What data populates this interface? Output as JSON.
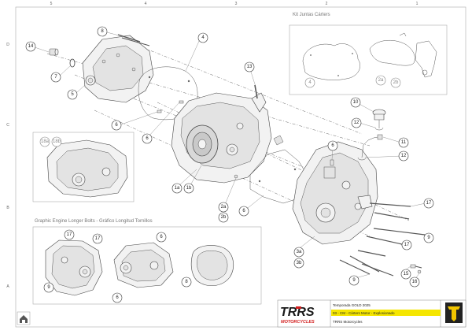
{
  "grid": {
    "columns": [
      "5",
      "4",
      "3",
      "2",
      "1"
    ],
    "rows": [
      "D",
      "C",
      "B",
      "A"
    ]
  },
  "callouts": {
    "c14": "14",
    "c7": "7",
    "c5": "5",
    "c8": "8",
    "c4": "4",
    "c6a": "6",
    "c6b": "6",
    "c13": "13",
    "c1a": "1a",
    "c1b": "1b",
    "c2a": "2a",
    "c2b": "2b",
    "c6c": "6",
    "c10": "10",
    "c12a": "12",
    "c11": "11",
    "c12b": "12",
    "c6d": "6",
    "c17a": "17",
    "c9a": "9",
    "c17b": "17",
    "c3a": "3a",
    "c3b": "3b",
    "c15": "15",
    "c16": "16",
    "c9b": "9"
  },
  "kit_box": {
    "title": "Kit Juntas Cárters",
    "c4": "4",
    "c2a": "2a",
    "c2b": "2b"
  },
  "inset_box": {
    "c18a": "18a",
    "c18b": "18b"
  },
  "bolts_box": {
    "title": "Graphic Engine Longer Bolts - Gráfico Longitud Tornillos",
    "c17a": "17",
    "c17b": "17",
    "c6a": "6",
    "c9": "9",
    "c6b": "6",
    "c8": "8"
  },
  "title_block": {
    "logo": "TRRS",
    "logo_sub": "MOTORCYCLES",
    "model": "Temporada GOLD 2025",
    "section": "03 - CM - Cárters Motor - Explosionado",
    "company": "TRRS Motorcycles",
    "accent": "#f5e600"
  },
  "home_icon": "home-icon",
  "colors": {
    "logo_red": "#d21e1e",
    "badge_yellow": "#f2c500",
    "badge_dark": "#222222"
  }
}
